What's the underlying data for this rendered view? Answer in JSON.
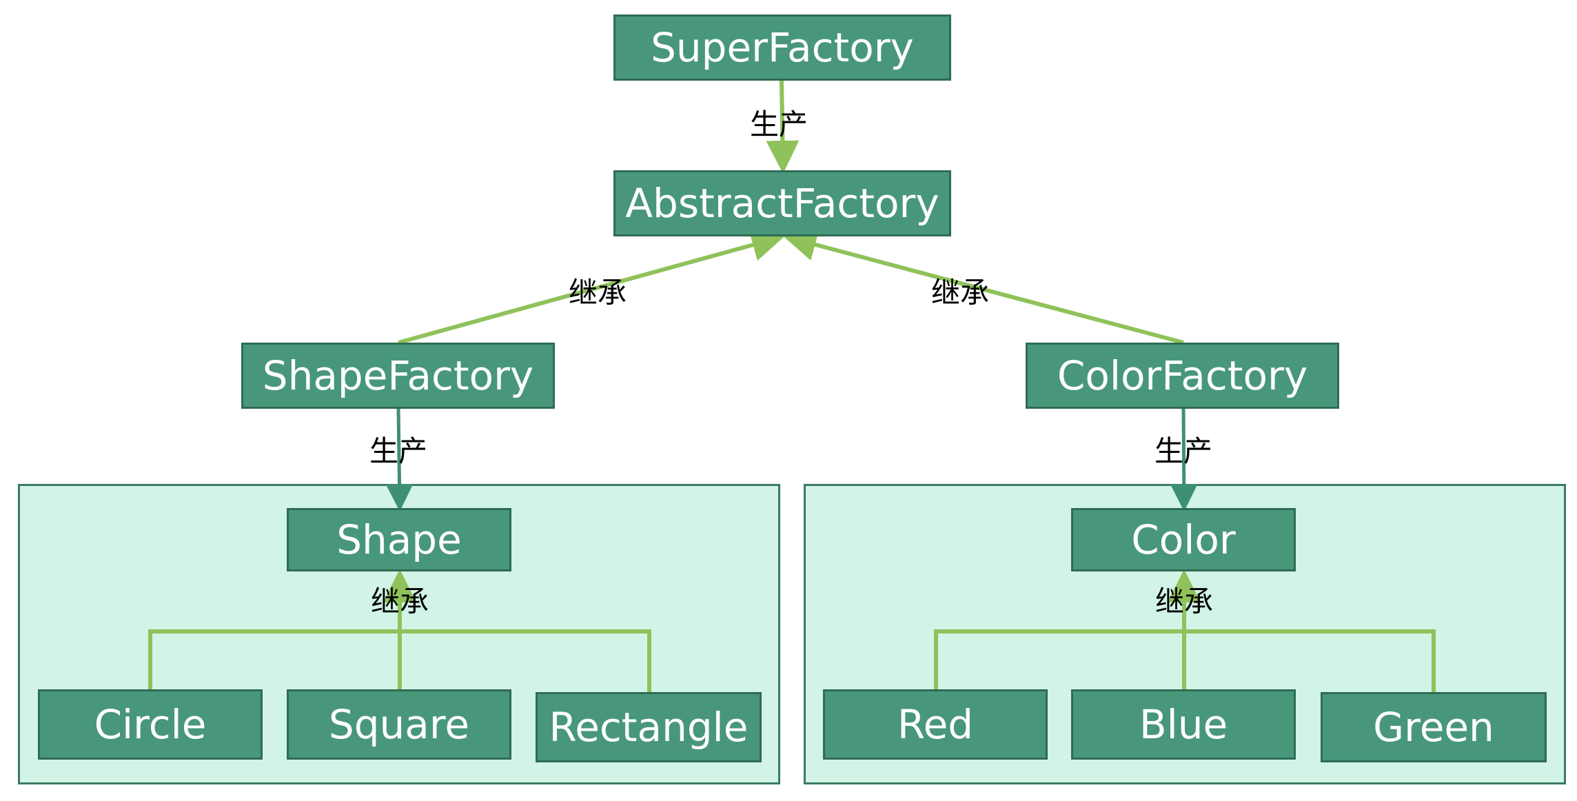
{
  "nodes": {
    "super_factory": "SuperFactory",
    "abstract_factory": "AbstractFactory",
    "shape_factory": "ShapeFactory",
    "color_factory": "ColorFactory",
    "shape": "Shape",
    "color": "Color",
    "circle": "Circle",
    "square": "Square",
    "rectangle": "Rectangle",
    "red": "Red",
    "blue": "Blue",
    "green": "Green"
  },
  "edge_labels": {
    "produce": "生产",
    "inherit": "继承"
  },
  "colors": {
    "node_fill": "#48977a",
    "group_fill": "#d1f4e6",
    "arrow_green": "#8fc25a",
    "arrow_teal": "#3f8f76"
  }
}
